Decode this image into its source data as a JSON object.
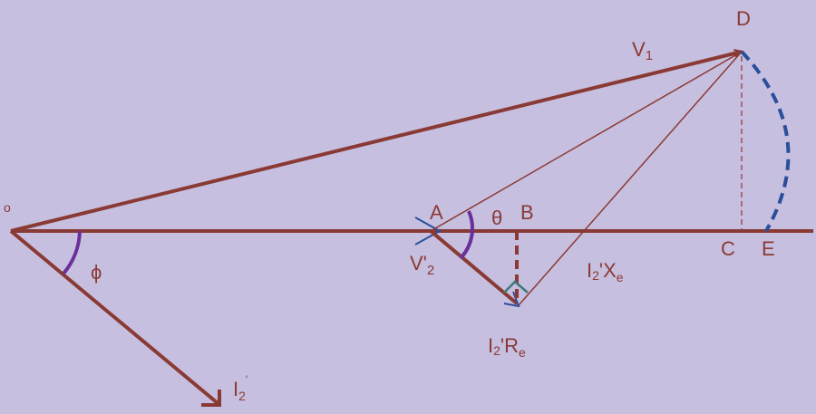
{
  "labels": {
    "O": "o",
    "A": "A",
    "B": "B",
    "C": "C",
    "D": "D",
    "E": "E",
    "theta": "θ",
    "phi": "ϕ",
    "V1_main": "V",
    "V1_sub": "1",
    "V2_main": "V'",
    "V2_sub": "2",
    "I2_main": "I",
    "I2_sub": "2",
    "I2_sup": "'",
    "IXe_I": "I",
    "IXe_2": "2",
    "IXe_rest": "'X",
    "IXe_e": "e",
    "IRe_I": "I",
    "IRe_2": "2",
    "IRe_rest": "'R",
    "IRe_e": "e"
  },
  "colors": {
    "background": "#c7bfe0",
    "phasor": "#8a3a34",
    "angle_arc": "#6a2f9a",
    "voltage_arc": "#2a4f9a",
    "right_angle_mark": "#3d7a78"
  }
}
